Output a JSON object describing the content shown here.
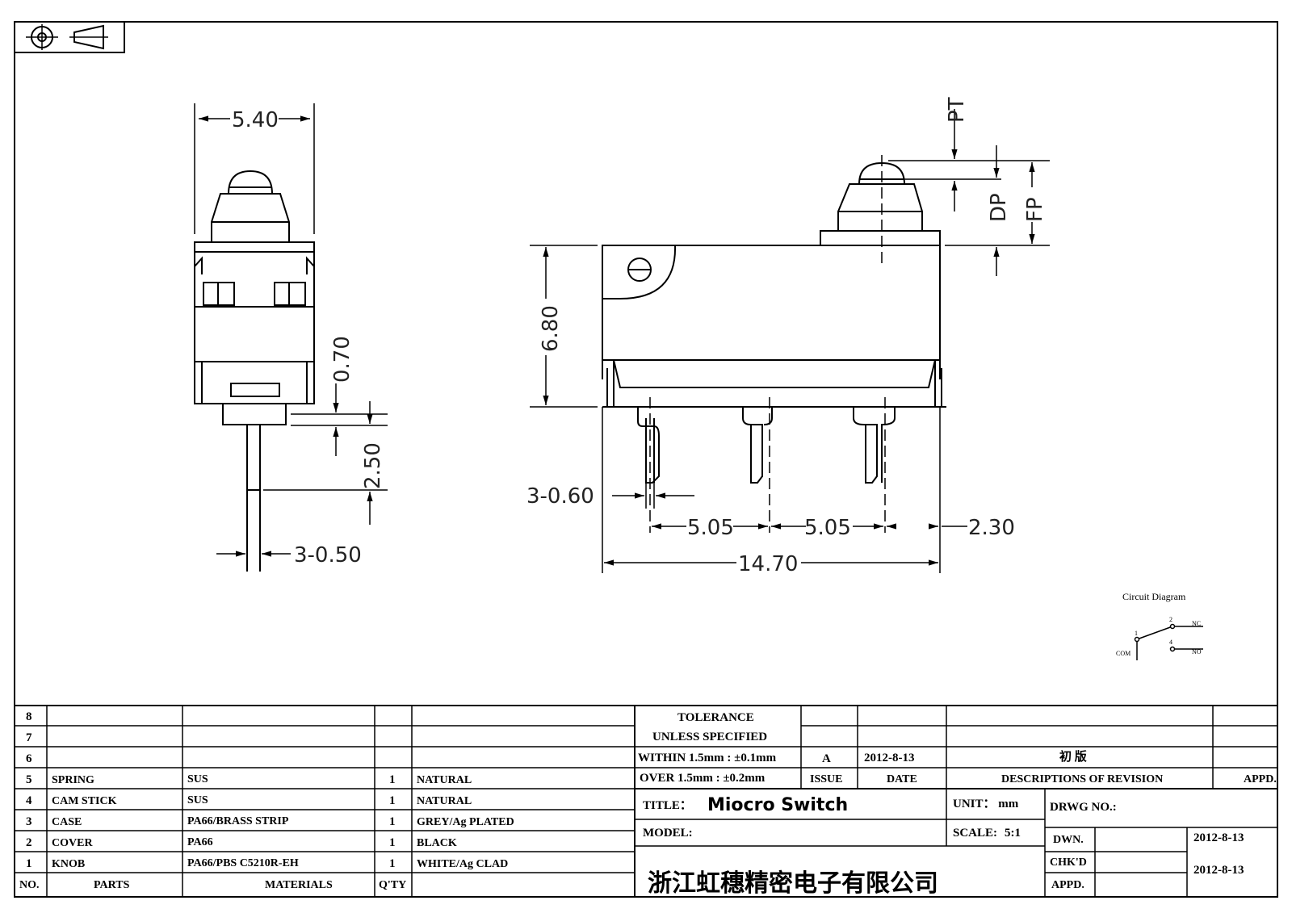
{
  "dimensions": {
    "front": {
      "width": "5.40",
      "gap": "0.70",
      "pin": "2.50",
      "pin_thk": "3-0.50"
    },
    "side": {
      "pt": "PT",
      "dp": "DP",
      "fp": "FP",
      "height": "6.80",
      "pin_thk": "3-0.60",
      "pitch1": "5.05",
      "pitch2": "5.05",
      "edge": "2.30",
      "length": "14.70"
    }
  },
  "circuit": {
    "title": "Circuit Diagram",
    "com": "COM",
    "nc": "NC",
    "no": "NO",
    "n1": "1",
    "n2": "2",
    "n4": "4"
  },
  "bom": {
    "rows": [
      {
        "no": "8",
        "part": "",
        "material": "",
        "qty": "",
        "finish": ""
      },
      {
        "no": "7",
        "part": "",
        "material": "",
        "qty": "",
        "finish": ""
      },
      {
        "no": "6",
        "part": "",
        "material": "",
        "qty": "",
        "finish": ""
      },
      {
        "no": "5",
        "part": "SPRING",
        "material": "SUS",
        "qty": "1",
        "finish": "NATURAL"
      },
      {
        "no": "4",
        "part": "CAM STICK",
        "material": "SUS",
        "qty": "1",
        "finish": "NATURAL"
      },
      {
        "no": "3",
        "part": "CASE",
        "material": "PA66/BRASS STRIP",
        "qty": "1",
        "finish": "GREY/Ag PLATED"
      },
      {
        "no": "2",
        "part": "COVER",
        "material": "PA66",
        "qty": "1",
        "finish": "BLACK"
      },
      {
        "no": "1",
        "part": "KNOB",
        "material": "PA66/PBS C5210R-EH",
        "qty": "1",
        "finish": "WHITE/Ag CLAD"
      }
    ],
    "headers": {
      "no": "NO.",
      "parts": "PARTS",
      "materials": "MATERIALS",
      "qty": "Q'TY"
    }
  },
  "title_block": {
    "tolerance1": "TOLERANCE",
    "tolerance2": "UNLESS  SPECIFIED",
    "tolerance3": "WITHIN 1.5mm : ±0.1mm",
    "tolerance4": "OVER 1.5mm : ±0.2mm",
    "issue_value": "A",
    "date_value": "2012-8-13",
    "revision_value": "初 版",
    "issue_label": "ISSUE",
    "date_label": "DATE",
    "revision_label": "DESCRIPTIONS OF REVISION",
    "appd_label": "APPD.",
    "title_label": "TITLE：",
    "title_value": "Miocro Switch",
    "unit_label": "UNIT： mm",
    "drwg_label": "DRWG NO.:",
    "model_label": "MODEL:",
    "scale_label": "SCALE:",
    "scale_value": "5:1",
    "dwn_label": "DWN.",
    "dwn_date": "2012-8-13",
    "chkd_label": "CHK'D",
    "appd2_label": "APPD.",
    "chk_date": "2012-8-13",
    "company": "浙江虹穗精密电子有限公司"
  }
}
